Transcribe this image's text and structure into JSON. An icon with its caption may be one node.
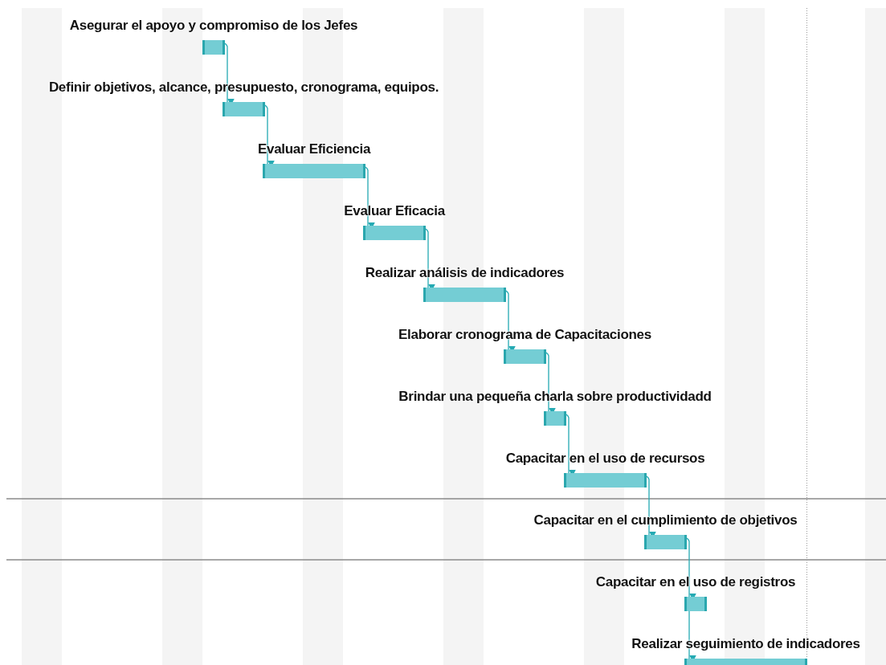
{
  "diagram": {
    "nodes": [
      {
        "text": [
          "Asegurar el apoyo y compromiso de los Jefes"
        ]
      },
      {
        "text": [
          "Definir objetivos, alcance, presupuesto, cronograma, equipos."
        ]
      },
      {
        "text": [
          "Evaluar Eficiencia"
        ]
      },
      {
        "text": [
          "Evaluar Eficacia"
        ]
      },
      {
        "text": [
          "Realizar análisis de indicadores"
        ]
      },
      {
        "text": [
          "Elaborar cronograma de Capacitaciones"
        ]
      },
      {
        "text": [
          "Brindar una pequeña charla sobre productividadd"
        ]
      },
      {
        "text": [
          "Capacitar en el uso de recursos"
        ]
      },
      {
        "text": [
          "Capacitar en el cumplimiento de objetivos"
        ]
      },
      {
        "text": [
          "Capacitar en el uso de registros"
        ]
      },
      {
        "text": [
          "Realizar seguimiento de indicadores"
        ]
      }
    ],
    "edges": [
      {
        "from": 0,
        "to": 1,
        "arrow": "to"
      },
      {
        "from": 1,
        "to": 2,
        "arrow": "to"
      },
      {
        "from": 2,
        "to": 3,
        "arrow": "to"
      },
      {
        "from": 3,
        "to": 4,
        "arrow": "to"
      },
      {
        "from": 4,
        "to": 5,
        "arrow": "to"
      },
      {
        "from": 5,
        "to": 6,
        "arrow": "to"
      },
      {
        "from": 6,
        "to": 7,
        "arrow": "to"
      },
      {
        "from": 7,
        "to": 8,
        "arrow": "to"
      },
      {
        "from": 8,
        "to": 9,
        "arrow": "to"
      },
      {
        "from": 9,
        "to": 10,
        "arrow": "to"
      }
    ]
  }
}
